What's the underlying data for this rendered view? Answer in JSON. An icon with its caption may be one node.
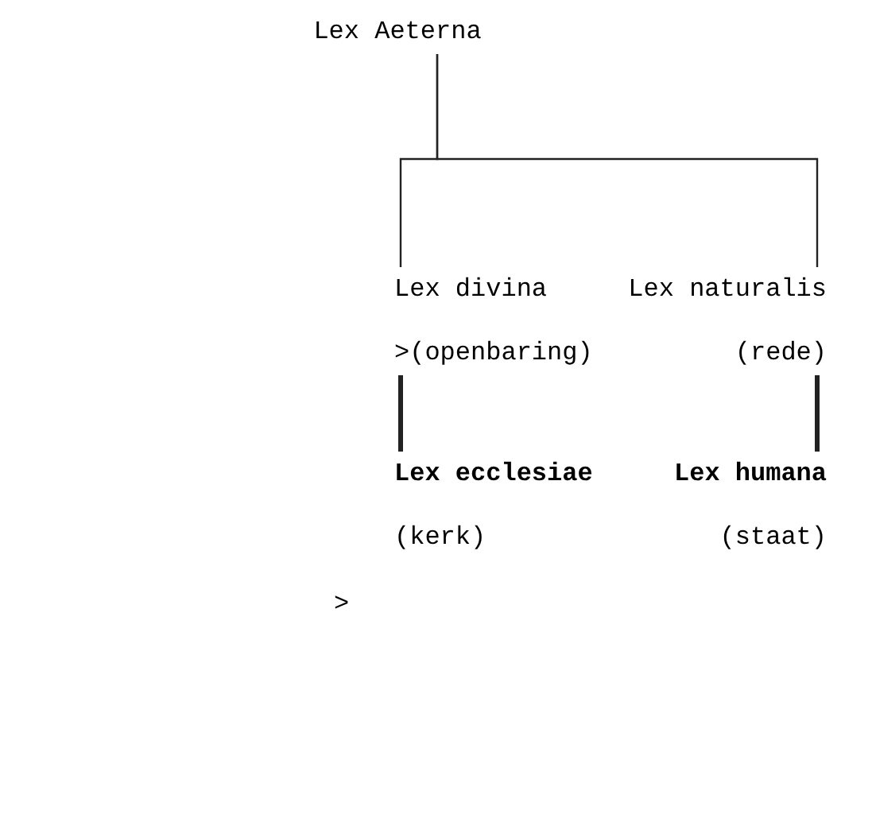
{
  "diagram": {
    "nodes": [
      {
        "text": [
          "Lex Aeterna"
        ]
      },
      {
        "text": [
          "Lex divina",
          ">(openbaring)"
        ]
      },
      {
        "text": [
          "Lex naturalis",
          "(rede)"
        ]
      },
      {
        "text": [
          "**Lex ecclesiae**",
          "(kerk)"
        ]
      },
      {
        "text": [
          "**Lex humana**",
          "(staat)"
        ]
      }
    ],
    "edges": [
      {
        "from": 0,
        "to": 1,
        "arrow": "none"
      },
      {
        "from": 0,
        "to": 2,
        "arrow": "none"
      },
      {
        "from": 1,
        "to": 3,
        "arrow": "none",
        "style": "thick"
      },
      {
        "from": 2,
        "to": 4,
        "arrow": "none",
        "style": "thick"
      }
    ],
    "labels": [
      ">"
    ]
  }
}
